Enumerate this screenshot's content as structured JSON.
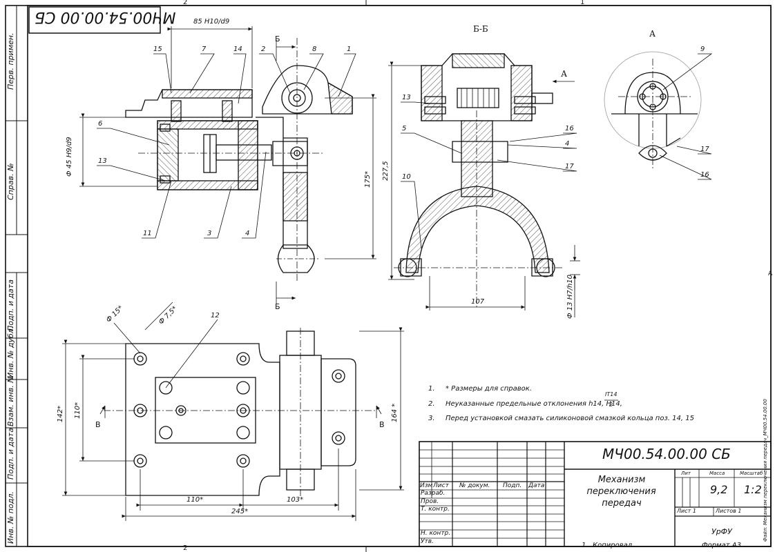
{
  "drawing": {
    "designation": "МЧ00.54.00.00 СБ",
    "designation_mirrored": "МЧ00.54.00.00 СБ",
    "title_lines": [
      "Механизм",
      "переключения",
      "передач"
    ],
    "organization": "УрФУ",
    "mass": "9,2",
    "scale": "1:2",
    "sheet": "Лист 1",
    "sheets": "Листов 1",
    "format": "Формат А3",
    "copied": "Копировал",
    "copied_num": "1",
    "side_note": "Файл: Механизм переключения передач_МЧ00.54.00.00"
  },
  "title_block": {
    "headers": [
      "Изм",
      "Лист",
      "№ докум.",
      "Подп.",
      "Дата"
    ],
    "roles": [
      "Разраб.",
      "Пров.",
      "Т. контр.",
      "Н. контр.",
      "Утв."
    ],
    "col_lit": "Лит",
    "col_mass": "Масса",
    "col_scale": "Масштаб"
  },
  "left_strip": [
    "Перв. примен.",
    "Справ. №",
    "Подп. и дата",
    "Инв. № дубл.",
    "Взам. инв. №",
    "Подп. и дата",
    "Инв. № подл."
  ],
  "zone_marks": {
    "top_left": "2",
    "top_right": "1",
    "bottom_left": "2",
    "right": "A"
  },
  "section_labels": {
    "section": "Б-Б",
    "view": "А",
    "arrow_b_top": "Б",
    "arrow_b_bottom": "Б",
    "arrow_a": "А",
    "arrow_v_left": "В",
    "arrow_v_right": "В"
  },
  "dimensions": {
    "d1": "85 H10/d9",
    "d2": "Ф 45 H9/d9",
    "d3": "175*",
    "d4": "227,5",
    "d5": "107",
    "d6": "Ф 13 H7/h10",
    "d7": "Ф 15*",
    "d8": "Ф 7,5*",
    "d9": "142*",
    "d10": "110*",
    "d11": "164 *",
    "d12": "110*",
    "d13": "103*",
    "d14": "245*"
  },
  "balloons_front": [
    "15",
    "7",
    "14",
    "2",
    "8",
    "1",
    "6",
    "13",
    "11",
    "3",
    "4"
  ],
  "balloons_section": [
    "13",
    "5",
    "10",
    "16",
    "4",
    "17"
  ],
  "balloons_view": [
    "9",
    "17",
    "16"
  ],
  "balloons_plan": [
    "12"
  ],
  "notes": [
    {
      "num": "1.",
      "text": "* Размеры для справок."
    },
    {
      "num": "2.",
      "text": "Неуказанные предельные отклонения h14, H14,",
      "frac_top": "IT14",
      "frac_bottom": "2"
    },
    {
      "num": "3.",
      "text": "Перед установкой смазать силиконовой смазкой кольца поз. 14, 15"
    }
  ]
}
